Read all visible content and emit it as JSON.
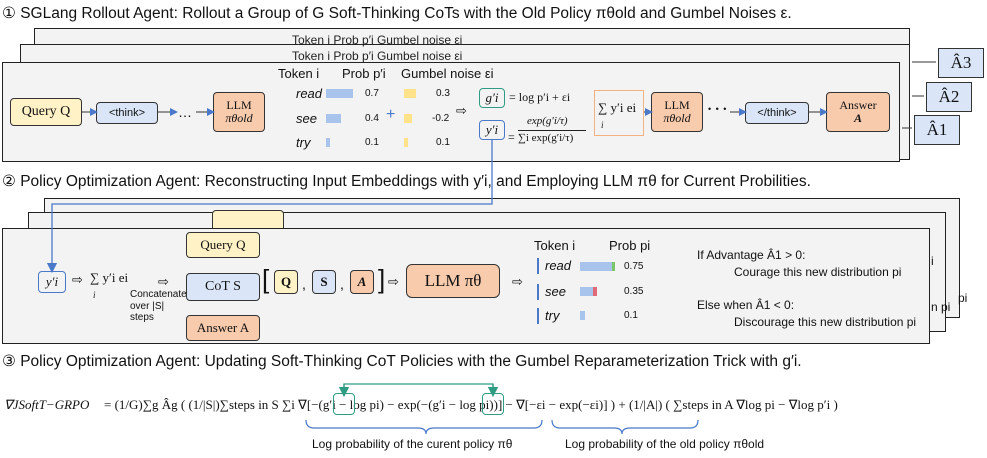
{
  "headings": {
    "h1": "① SGLang Rollout Agent: Rollout a Group of G Soft-Thinking CoTs with the Old Policy πθold and Gumbel Noises ε.",
    "h2": "② Policy Optimization Agent: Reconstructing Input Embeddings with y′i, and Employing LLM πθ for Current Probilities.",
    "h3": "③ Policy Optimization Agent: Updating Soft-Thinking CoT Policies with the Gumbel Reparameterization Trick with g′i."
  },
  "panel1": {
    "back_header1": "Token  i    Prob p′i    Gumbel noise εi",
    "back_header2": "Token  i    Prob p′i    Gumbel noise εi",
    "query_label": "Query Q",
    "think_open": "<think>",
    "ellipsis": "…",
    "llm_label": "LLM",
    "llm_sub": "πθold",
    "col_token": "Token  i",
    "col_prob": "Prob p′i",
    "col_noise": "Gumbel noise εi",
    "tokens": [
      {
        "word": "read",
        "prob": "0.7",
        "noise": "0.3",
        "prob_val": 0.7,
        "noise_val": 0.3
      },
      {
        "word": "see",
        "prob": "0.4",
        "noise": "-0.2",
        "prob_val": 0.4,
        "noise_val": -0.2
      },
      {
        "word": "try",
        "prob": "0.1",
        "noise": "0.1",
        "prob_val": 0.1,
        "noise_val": 0.1
      }
    ],
    "plus": "+",
    "g_label": "g′i",
    "g_formula": "= log p′i + εi",
    "y_label": "y′i",
    "y_formula_num": "exp(g′i/τ)",
    "y_formula_den": "∑i exp(g′i/τ)",
    "sum_label": "∑ y′i ei",
    "sum_sub": "i",
    "llm2_label": "LLM",
    "llm2_sub": "πθold",
    "dots": "• • •",
    "think_close": "</think>",
    "answer_label": "Answer",
    "answer_sub": "A",
    "advantages": [
      "Â3",
      "Â2",
      "Â1"
    ]
  },
  "panel2": {
    "back_labels": [
      "i",
      "n pi",
      "pi"
    ],
    "y_label": "y′i",
    "sum_label": "∑ y′i ei",
    "sum_sub": "i",
    "concat_note": "Concatenate over |S| steps",
    "query_label": "Query Q",
    "cot_label": "CoT S",
    "answer_label": "Answer A",
    "seq_q": "Q",
    "seq_s": "S",
    "seq_a": "A",
    "llm_label": "LLM πθ",
    "col_token": "Token  i",
    "col_prob": "Prob pi",
    "tokens": [
      {
        "word": "read",
        "prob": "0.75",
        "prob_val": 0.75
      },
      {
        "word": "see",
        "prob": "0.35",
        "prob_val": 0.35
      },
      {
        "word": "try",
        "prob": "0.1",
        "prob_val": 0.1
      }
    ],
    "if_text": "If Advantage Â1 > 0:",
    "courage_text": "Courage this new distribution pi",
    "else_text": "Else when Â1 < 0:",
    "discourage_text": "Discourage this new distribution pi"
  },
  "formula": {
    "lhs": "∇JSoftT−GRPO",
    "eq_rest": "= (1/G)∑g Âg ( (1/|S|)∑steps in S ∑i ∇[−(g′i − log pi) − exp(−(g′i − log pi))] − ∇[−εi − exp(−εi)] ) + (1/|A|) ( ∑steps in A ∇log pi − ∇log p′i )",
    "brace_left_label": "Log probability of the curent policy πθ",
    "brace_right_label": "Log probability of the old policy πθold"
  },
  "colors": {
    "yellow": "#fff2c6",
    "blue": "#dae6f8",
    "orange": "#f8cbad",
    "bar_blue": "#a9c4ec",
    "bar_yellow": "#ffe28a",
    "green": "#2e9c83",
    "arrow_blue": "#4a79c9"
  }
}
